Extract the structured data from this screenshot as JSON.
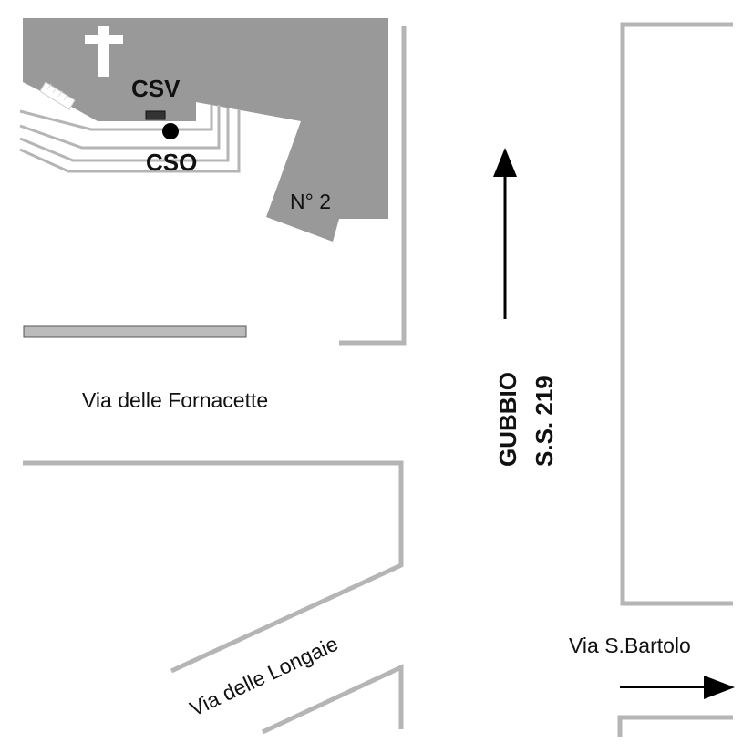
{
  "map": {
    "building_label": "N° 2",
    "markers": {
      "csv_label": "CSV",
      "cso_label": "CSO"
    },
    "streets": {
      "fornacette": "Via delle Fornacette",
      "longaie": "Via delle Longaie",
      "bartolo": "Via S.Bartolo"
    },
    "highway": {
      "destination": "GUBBIO",
      "route": "S.S. 219"
    },
    "colors": {
      "building_fill": "#999999",
      "road_line": "#b5b5b5",
      "text": "#111111"
    },
    "icons": {
      "church": "cross-icon",
      "north_arrow": "arrow-up-icon",
      "east_arrow": "arrow-right-icon"
    }
  }
}
